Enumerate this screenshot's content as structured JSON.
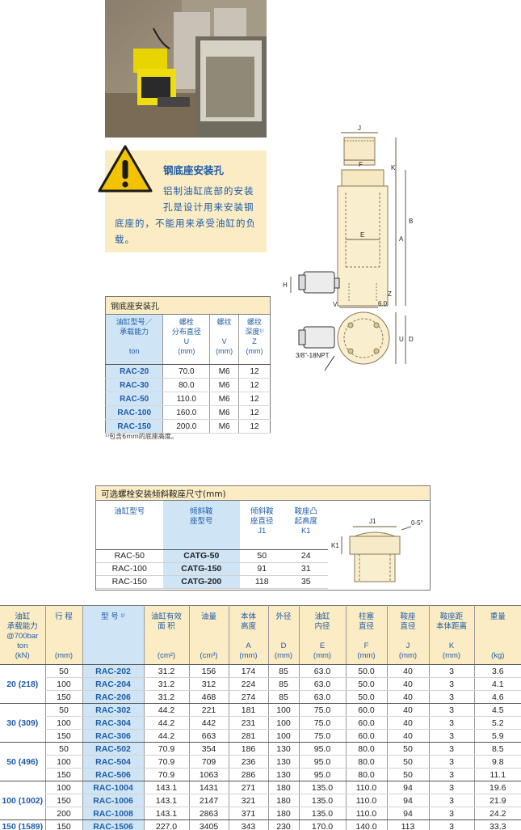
{
  "warning": {
    "title": "钢底座安装孔",
    "line1": "铝制油缸底部的安装",
    "line2": "孔是设计用来安装钢",
    "line3": "底座的，不能用来承受油缸的负载。",
    "icon": "warning-icon"
  },
  "drawing": {
    "labels": [
      "J",
      "F",
      "K",
      "B",
      "E",
      "A",
      "H",
      "V",
      "Z",
      "6.0",
      "U",
      "D",
      "3/8\"-18NPT"
    ]
  },
  "base_table": {
    "caption": "钢底座安装孔",
    "headers": [
      [
        "油缸型号／",
        "承载能力",
        "",
        "ton"
      ],
      [
        "螺栓",
        "分布直径",
        "U",
        "(mm)"
      ],
      [
        "螺纹",
        "",
        "V",
        "(mm)"
      ],
      [
        "螺纹",
        "深度¹⁾",
        "Z",
        "(mm)"
      ]
    ],
    "rows": [
      [
        "RAC-20",
        "70.0",
        "M6",
        "12"
      ],
      [
        "RAC-30",
        "80.0",
        "M6",
        "12"
      ],
      [
        "RAC-50",
        "110.0",
        "M6",
        "12"
      ],
      [
        "RAC-100",
        "160.0",
        "M6",
        "12"
      ],
      [
        "RAC-150",
        "200.0",
        "M6",
        "12"
      ]
    ],
    "note": "¹⁾包含6mm的底座高度。"
  },
  "saddle_table": {
    "caption": "可选螺栓安装倾斜鞍座尺寸(mm)",
    "headers": [
      [
        "油缸型号",
        "",
        ""
      ],
      [
        "倾斜鞍",
        "座型号",
        ""
      ],
      [
        "倾斜鞍",
        "座直径",
        "J1"
      ],
      [
        "鞍座凸",
        "起高度",
        "K1"
      ]
    ],
    "rows": [
      [
        "RAC-50",
        "CATG-50",
        "50",
        "24"
      ],
      [
        "RAC-100",
        "CATG-150",
        "91",
        "31"
      ],
      [
        "RAC-150",
        "CATG-200",
        "118",
        "35"
      ]
    ],
    "diagram_labels": {
      "j1": "J1",
      "k1": "K1",
      "angle": "0-5°"
    }
  },
  "main_table": {
    "headers": [
      [
        "油缸",
        "承载能力",
        "@700bar",
        "ton",
        "(kN)"
      ],
      [
        "行 程",
        "",
        "",
        "",
        "(mm)"
      ],
      [
        "型 号 ¹⁾",
        "",
        "",
        "",
        ""
      ],
      [
        "油缸有效",
        "面 积",
        "",
        "",
        "(cm²)"
      ],
      [
        "油量",
        "",
        "",
        "",
        "(cm³)"
      ],
      [
        "本体",
        "高度",
        "",
        "A",
        "(mm)"
      ],
      [
        "外径",
        "",
        "",
        "D",
        "(mm)"
      ],
      [
        "油缸",
        "内径",
        "",
        "E",
        "(mm)"
      ],
      [
        "柱塞",
        "直径",
        "",
        "F",
        "(mm)"
      ],
      [
        "鞍座",
        "直径",
        "",
        "J",
        "(mm)"
      ],
      [
        "鞍座距",
        "本体距离",
        "",
        "K",
        "(mm)"
      ],
      [
        "重量",
        "",
        "",
        "",
        "(kg)"
      ]
    ],
    "groups": [
      {
        "capacity": "20 (218)",
        "rows": [
          [
            "50",
            "RAC-202",
            "31.2",
            "156",
            "174",
            "85",
            "63.0",
            "50.0",
            "40",
            "3",
            "3.6"
          ],
          [
            "100",
            "RAC-204",
            "31.2",
            "312",
            "224",
            "85",
            "63.0",
            "50.0",
            "40",
            "3",
            "4.1"
          ],
          [
            "150",
            "RAC-206",
            "31.2",
            "468",
            "274",
            "85",
            "63.0",
            "50.0",
            "40",
            "3",
            "4.6"
          ]
        ]
      },
      {
        "capacity": "30 (309)",
        "rows": [
          [
            "50",
            "RAC-302",
            "44.2",
            "221",
            "181",
            "100",
            "75.0",
            "60.0",
            "40",
            "3",
            "4.5"
          ],
          [
            "100",
            "RAC-304",
            "44.2",
            "442",
            "231",
            "100",
            "75.0",
            "60.0",
            "40",
            "3",
            "5.2"
          ],
          [
            "150",
            "RAC-306",
            "44.2",
            "663",
            "281",
            "100",
            "75.0",
            "60.0",
            "40",
            "3",
            "5.9"
          ]
        ]
      },
      {
        "capacity": "50 (496)",
        "rows": [
          [
            "50",
            "RAC-502",
            "70.9",
            "354",
            "186",
            "130",
            "95.0",
            "80.0",
            "50",
            "3",
            "8.5"
          ],
          [
            "100",
            "RAC-504",
            "70.9",
            "709",
            "236",
            "130",
            "95.0",
            "80.0",
            "50",
            "3",
            "9.8"
          ],
          [
            "150",
            "RAC-506",
            "70.9",
            "1063",
            "286",
            "130",
            "95.0",
            "80.0",
            "50",
            "3",
            "11.1"
          ]
        ]
      },
      {
        "capacity": "100 (1002)",
        "rows": [
          [
            "100",
            "RAC-1004",
            "143.1",
            "1431",
            "271",
            "180",
            "135.0",
            "110.0",
            "94",
            "3",
            "19.6"
          ],
          [
            "150",
            "RAC-1006",
            "143.1",
            "2147",
            "321",
            "180",
            "135.0",
            "110.0",
            "94",
            "3",
            "21.9"
          ],
          [
            "200",
            "RAC-1008",
            "143.1",
            "2863",
            "371",
            "180",
            "135.0",
            "110.0",
            "94",
            "3",
            "24.2"
          ]
        ]
      },
      {
        "capacity": "150 (1589)",
        "rows": [
          [
            "150",
            "RAC-1506",
            "227.0",
            "3405",
            "343",
            "230",
            "170.0",
            "140.0",
            "113",
            "3",
            "33.3"
          ]
        ]
      }
    ]
  }
}
